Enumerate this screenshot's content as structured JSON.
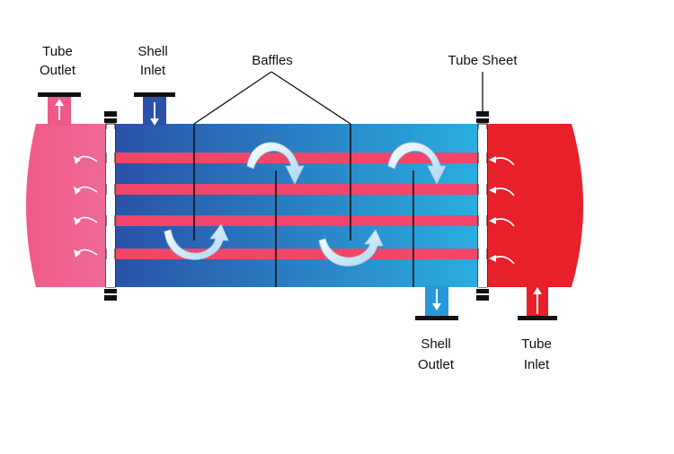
{
  "labels": {
    "tube_outlet": [
      "Tube",
      "Outlet"
    ],
    "shell_inlet": [
      "Shell",
      "Inlet"
    ],
    "baffles": "Baffles",
    "tube_sheet": "Tube Sheet",
    "shell_outlet": [
      "Shell",
      "Outlet"
    ],
    "tube_inlet": [
      "Tube",
      "Inlet"
    ]
  },
  "colors": {
    "hot_fluid": "#e8202a",
    "cooled_fluid": "#f06088",
    "shell_dark": "#2a52a8",
    "shell_light": "#2aaee0",
    "tube": "#f2456a",
    "flange": "#111111",
    "tube_sheet": "#ffffff",
    "flow_arrow": "#cfe9f7"
  },
  "tube_count": 4,
  "baffle_count": 4
}
